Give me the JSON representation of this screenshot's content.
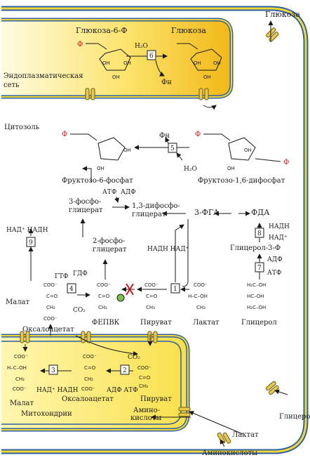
{
  "labels": {
    "glucose6p": "Глюкоза-6-Ф",
    "glucose_er": "Глюкоза",
    "glucose_out": "Глюкоза",
    "er_line1": "Эндоплазматическая",
    "er_line2": "сеть",
    "h2o_top": "H₂O",
    "pn_top": "Фн",
    "phi_symbol": "Ф",
    "cytosol": "Цитозоль",
    "pn_mid": "Фн",
    "h2o_mid": "H₂O",
    "f6p": "Фруктозо-6-фосфат",
    "f16bp": "Фруктозо-1,6-дифосфат",
    "atp_a": "АТФ",
    "adp_a": "АДФ",
    "pg3_1": "3-фосфо-",
    "pg3_2": "глицерат",
    "bpg_1": "1,3-дифосфо-",
    "bpg_2": "глицерат",
    "fga": "3-ФГА",
    "fda": "ФДА",
    "nad_nadh_l": "НАД⁺ НАДН",
    "pg2_1": "2-фосфо-",
    "pg2_2": "глицерат",
    "nadh_nad": "НАДН  НАД⁺",
    "nadh_r": "НАДН",
    "nad_r": "НАД⁺",
    "g3p": "Глицерол-3-Ф",
    "adp_r": "АДФ",
    "atp_r": "АТФ",
    "gtp": "ГТФ",
    "gdp": "ГДФ",
    "co2": "CO₂",
    "malate_cyto": "Малат",
    "oaa_cyto": "Оксалоацетат",
    "pep": "ФЕПВК",
    "pyruvate": "Пируват",
    "lactate": "Лактат",
    "glycerol": "Глицерол",
    "malate_mito": "Малат",
    "oaa_mito": "Оксалоацетат",
    "pyruvate_mito": "Пируват",
    "mito": "Митохондрии",
    "aa_mito_1": "Амино-",
    "aa_mito_2": "кислоты",
    "nad_nadh_m": "НАД⁺ НАДН",
    "adp_atp_m": "АДФ  АТФ",
    "co2_m": "CO₂",
    "glycerol_out": "Глицерол",
    "lactate_out": "Лактат",
    "aminoacids_out": "Аминокислоты"
  },
  "enzymes": [
    "1",
    "2",
    "3",
    "4",
    "5",
    "6",
    "7",
    "8",
    "9"
  ],
  "colors": {
    "membrane_blue": "#2d5fa8",
    "membrane_yellow": "#f3d832",
    "er_fill": "#f6c92a",
    "phosphate_red": "#cc1b1b",
    "pep_green": "#7cc24a"
  }
}
